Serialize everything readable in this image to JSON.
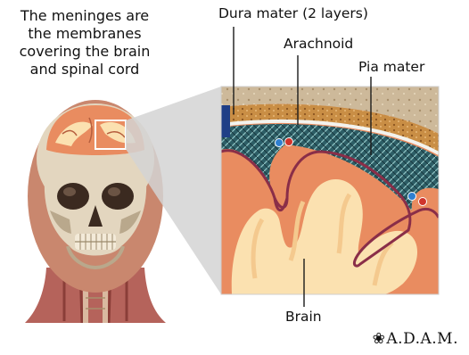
{
  "caption": {
    "lines": [
      "The meninges are",
      "the membranes",
      "covering the brain",
      "and spinal cord"
    ]
  },
  "labels": {
    "dura_mater": "Dura mater (2 layers)",
    "arachnoid": "Arachnoid",
    "pia_mater": "Pia mater",
    "brain": "Brain"
  },
  "logo": {
    "mark_icon": "leaf-icon",
    "text": "A.D.A.M."
  },
  "colors": {
    "bone": "#e3d6bf",
    "skull_shadow": "#b9a88c",
    "neck_tissue": "#b5635b",
    "dura": "#c98e45",
    "arachnoid_mesh": "#2d5e66",
    "cortex": "#e98c60",
    "white_matter": "#fbe1b0",
    "leader_line": "#1a1a1a"
  }
}
